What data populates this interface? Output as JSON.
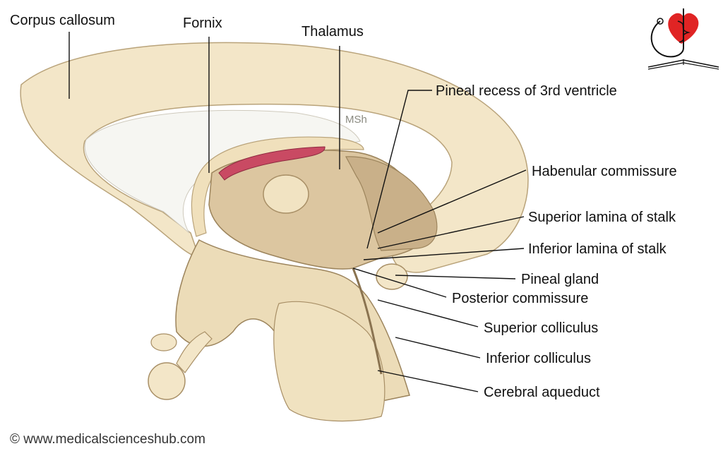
{
  "labels": {
    "corpus_callosum": "Corpus callosum",
    "fornix": "Fornix",
    "thalamus": "Thalamus",
    "pineal_recess": "Pineal recess of 3rd ventricle",
    "habenular_commissure": "Habenular commissure",
    "superior_lamina": "Superior lamina of stalk",
    "inferior_lamina": "Inferior lamina of stalk",
    "pineal_gland": "Pineal gland",
    "posterior_commissure": "Posterior commissure",
    "superior_colliculus": "Superior colliculus",
    "inferior_colliculus": "Inferior colliculus",
    "cerebral_aqueduct": "Cerebral aqueduct"
  },
  "watermark": "MSh",
  "credit": "© www.medicalscienceshub.com",
  "logo": {
    "icon": "caduceus-heart-stethoscope-book-icon"
  },
  "colors": {
    "tissue": "#f3e6c8",
    "tissue_dark": "#d9c49a",
    "thalamus": "#d8c19a",
    "choroid": "#c94a63",
    "heart": "#e02424",
    "line": "#111111"
  }
}
